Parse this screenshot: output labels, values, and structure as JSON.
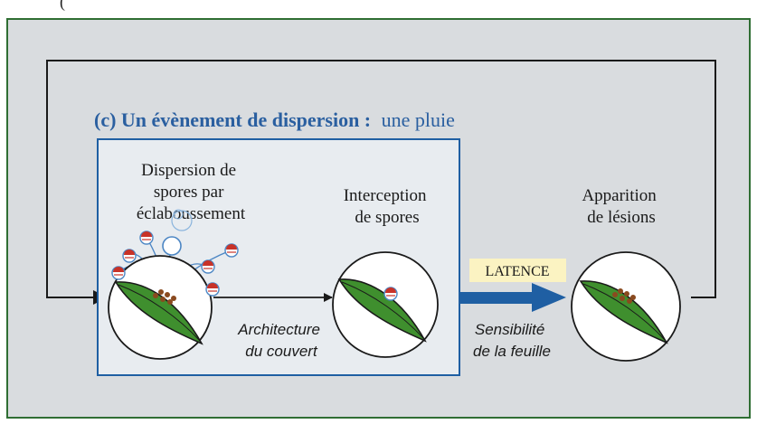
{
  "header_fragment": "(",
  "section_title": {
    "prefix": "(c) Un évènement de dispersion :",
    "suffix": "une pluie"
  },
  "stages": [
    {
      "id": "dispersion",
      "lines": [
        "Dispersion de",
        "spores par",
        "éclaboussement"
      ]
    },
    {
      "id": "interception",
      "lines": [
        "Interception",
        "de spores"
      ]
    },
    {
      "id": "lesions",
      "lines": [
        "Apparition",
        "de lésions"
      ]
    }
  ],
  "latency_label": "LATENCE",
  "arrow_labels": [
    {
      "id": "architecture",
      "lines": [
        "Architecture",
        "du couvert"
      ]
    },
    {
      "id": "sensibilite",
      "lines": [
        "Sensibilité",
        "de la feuille"
      ]
    }
  ],
  "colors": {
    "background": "#d9dcdf",
    "panel_border": "#2f6e33",
    "inner_box_fill": "#e8ecf0",
    "inner_box_border": "#1f5fa3",
    "title_blue": "#2a5fa0",
    "leaf_green": "#3f8f2e",
    "latency_fill": "#fbf3c2",
    "latency_arrow": "#1f5fa3",
    "spore_blue": "#6fa8dc",
    "spore_red": "#c83228"
  }
}
